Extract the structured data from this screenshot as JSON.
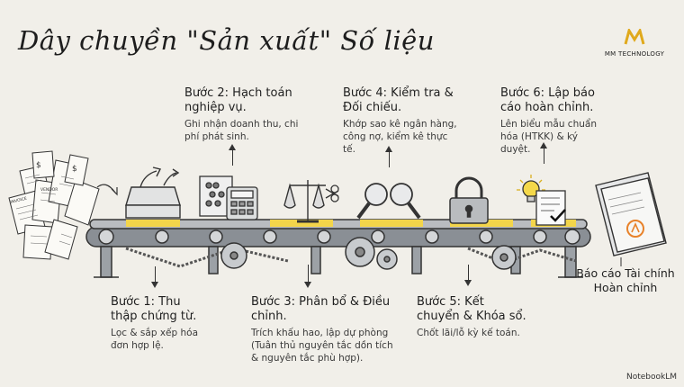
{
  "title": "Dây chuyền \"Sản xuất\" Số liệu",
  "logo": {
    "text": "MM TECHNOLOGY"
  },
  "steps": {
    "s1": {
      "title": "Bước 1: Thu thập chứng từ.",
      "desc": "Lọc & sắp xếp hóa đơn hợp lệ."
    },
    "s2": {
      "title": "Bước 2: Hạch toán nghiệp vụ.",
      "desc": "Ghi nhận doanh thu, chi phí phát sinh."
    },
    "s3": {
      "title": "Bước 3: Phân bổ & Điều chỉnh.",
      "desc": "Trích khấu hao, lập dự phòng (Tuân thủ nguyên tắc dồn tích & nguyên tắc phù hợp)."
    },
    "s4": {
      "title": "Bước 4: Kiểm tra & Đối chiếu.",
      "desc": "Khớp sao kê ngân hàng, công nợ, kiểm kê thực tế."
    },
    "s5": {
      "title": "Bước 5: Kết chuyển & Khóa sổ.",
      "desc": "Chốt lãi/lỗ kỳ kế toán."
    },
    "s6": {
      "title": "Bước 6: Lập báo cáo hoàn chỉnh.",
      "desc": "Lên biểu mẫu chuẩn hóa (HTKK) & ký duyệt."
    }
  },
  "final_report": "Báo cáo Tài chính Hoàn chỉnh",
  "paper_labels": {
    "vendor": "VENDOR",
    "invoice": "INVOICE",
    "dollar": "$"
  },
  "watermark": "NotebookLM"
}
